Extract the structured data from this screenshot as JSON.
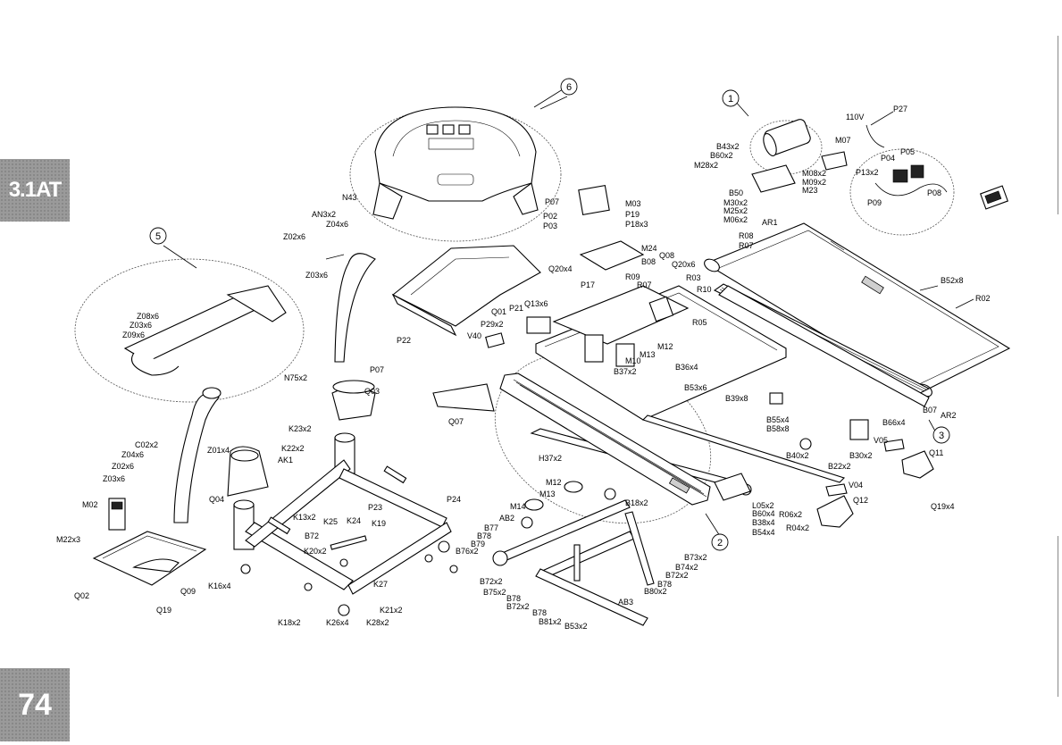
{
  "section_tab": "3.1AT",
  "page_number": "74",
  "callouts": [
    "1",
    "2",
    "3",
    "5",
    "6"
  ],
  "labels": {
    "P27": "P27",
    "V110": "110V",
    "M07": "M07",
    "P13x2": "P13x2",
    "P04": "P04",
    "P05": "P05",
    "P08": "P08",
    "P09": "P09",
    "B43x2": "B43x2",
    "B60x2": "B60x2",
    "M28x2": "M28x2",
    "M08x2": "M08x2",
    "M09x2": "M09x2",
    "M23": "M23",
    "B50": "B50",
    "M30x2": "M30x2",
    "M25x2": "M25x2",
    "M06x2": "M06x2",
    "AR1": "AR1",
    "R08": "R08",
    "R07a": "R07",
    "B52x8": "B52x8",
    "R02": "R02",
    "Q08": "Q08",
    "Q20x6": "Q20x6",
    "R03": "R03",
    "R10": "R10",
    "R09": "R09",
    "R07b": "R07",
    "R05": "R05",
    "M03": "M03",
    "P19": "P19",
    "P18x3": "P18x3",
    "P07a": "P07",
    "P02": "P02",
    "P03": "P03",
    "M24": "M24",
    "B08": "B08",
    "Q20x4": "Q20x4",
    "P17": "P17",
    "Q13x6": "Q13x6",
    "Q01": "Q01",
    "P21": "P21",
    "P29x2": "P29x2",
    "V40": "V40",
    "M12a": "M12",
    "M13a": "M13",
    "M10": "M10",
    "B37x2": "B37x2",
    "B36x4": "B36x4",
    "B53x6": "B53x6",
    "B39x8": "B39x8",
    "B55x4": "B55x4",
    "B58x8": "B58x8",
    "B66x4": "B66x4",
    "B07": "B07",
    "AR2": "AR2",
    "V05": "V05",
    "Q11": "Q11",
    "B40x2": "B40x2",
    "B30x2": "B30x2",
    "B22x2": "B22x2",
    "V04": "V04",
    "Q12": "Q12",
    "Q19x4a": "Q19x4",
    "L05x2": "L05x2",
    "B60x4": "B60x4",
    "B38x4": "B38x4",
    "B54x4": "B54x4",
    "R06x2": "R06x2",
    "R04x2": "R04x2",
    "N43": "N43",
    "AN3x2": "AN3x2",
    "Z04x6a": "Z04x6",
    "Z02x6a": "Z02x6",
    "Z03x6a": "Z03x6",
    "P22": "P22",
    "P07b": "P07",
    "N75x2": "N75x2",
    "Q03": "Q03",
    "Q07": "Q07",
    "Z08x6": "Z08x6",
    "Z03x6b": "Z03x6",
    "Z09x6": "Z09x6",
    "C02x2": "C02x2",
    "Z04x6b": "Z04x6",
    "Z02x6b": "Z02x6",
    "Z03x6c": "Z03x6",
    "M02": "M02",
    "M22x3": "M22x3",
    "Q02": "Q02",
    "Q09": "Q09",
    "Q19": "Q19",
    "K16x4": "K16x4",
    "K18x2": "K18x2",
    "K26x4": "K26x4",
    "K28x2": "K28x2",
    "K21x2": "K21x2",
    "K27": "K27",
    "K20x2": "K20x2",
    "B72a": "B72",
    "K13x2": "K13x2",
    "K25": "K25",
    "K24": "K24",
    "K19": "K19",
    "P23": "P23",
    "P24": "P24",
    "K23x2": "K23x2",
    "K22x2": "K22x2",
    "AK1": "AK1",
    "Z01x4": "Z01x4",
    "Q04": "Q04",
    "H37x2": "H37x2",
    "M12b": "M12",
    "M13b": "M13",
    "M14": "M14",
    "AB2": "AB2",
    "B77": "B77",
    "B78a": "B78",
    "B79": "B79",
    "B76x2": "B76x2",
    "B18x2": "B18x2",
    "B72x2a": "B72x2",
    "B75x2": "B75x2",
    "B78b": "B78",
    "B72x2b": "B72x2",
    "B78c": "B78",
    "B81x2": "B81x2",
    "B53x2": "B53x2",
    "AB3": "AB3",
    "B80x2": "B80x2",
    "B78d": "B78",
    "B72x2c": "B72x2",
    "B74x2": "B74x2",
    "B73x2": "B73x2"
  }
}
